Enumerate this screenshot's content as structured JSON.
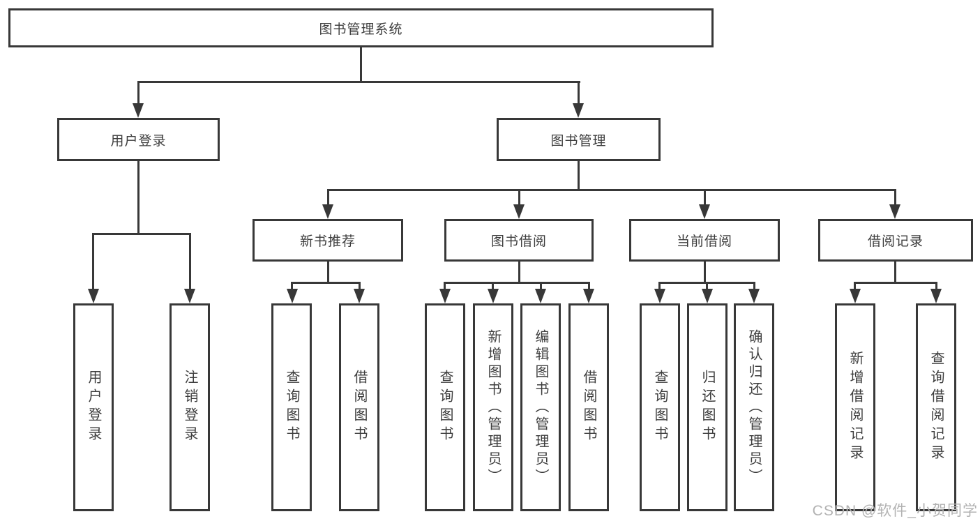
{
  "diagram": {
    "type": "tree",
    "root": {
      "label": "图书管理系统"
    },
    "level2": {
      "user_login": {
        "label": "用户登录"
      },
      "book_mgmt": {
        "label": "图书管理"
      }
    },
    "level3": {
      "new_books": {
        "label": "新书推荐"
      },
      "book_borrow": {
        "label": "图书借阅"
      },
      "current_borrow": {
        "label": "当前借阅"
      },
      "borrow_records": {
        "label": "借阅记录"
      }
    },
    "leaves": {
      "user_login": [
        "用户登录",
        "注销登录"
      ],
      "new_books": [
        "查询图书",
        "借阅图书"
      ],
      "book_borrow": [
        "查询图书",
        "新增图书（管理员）",
        "编辑图书（管理员）",
        "借阅图书"
      ],
      "current_borrow": [
        "查询图书",
        "归还图书",
        "确认归还（管理员）"
      ],
      "borrow_records": [
        "新增借阅记录",
        "查询借阅记录"
      ]
    }
  },
  "watermark": "CSDN @软件_小贺同学",
  "colors": {
    "line": "#383838",
    "text": "#3d3d3d",
    "watermark": "#b2b2b2",
    "background": "#ffffff"
  }
}
